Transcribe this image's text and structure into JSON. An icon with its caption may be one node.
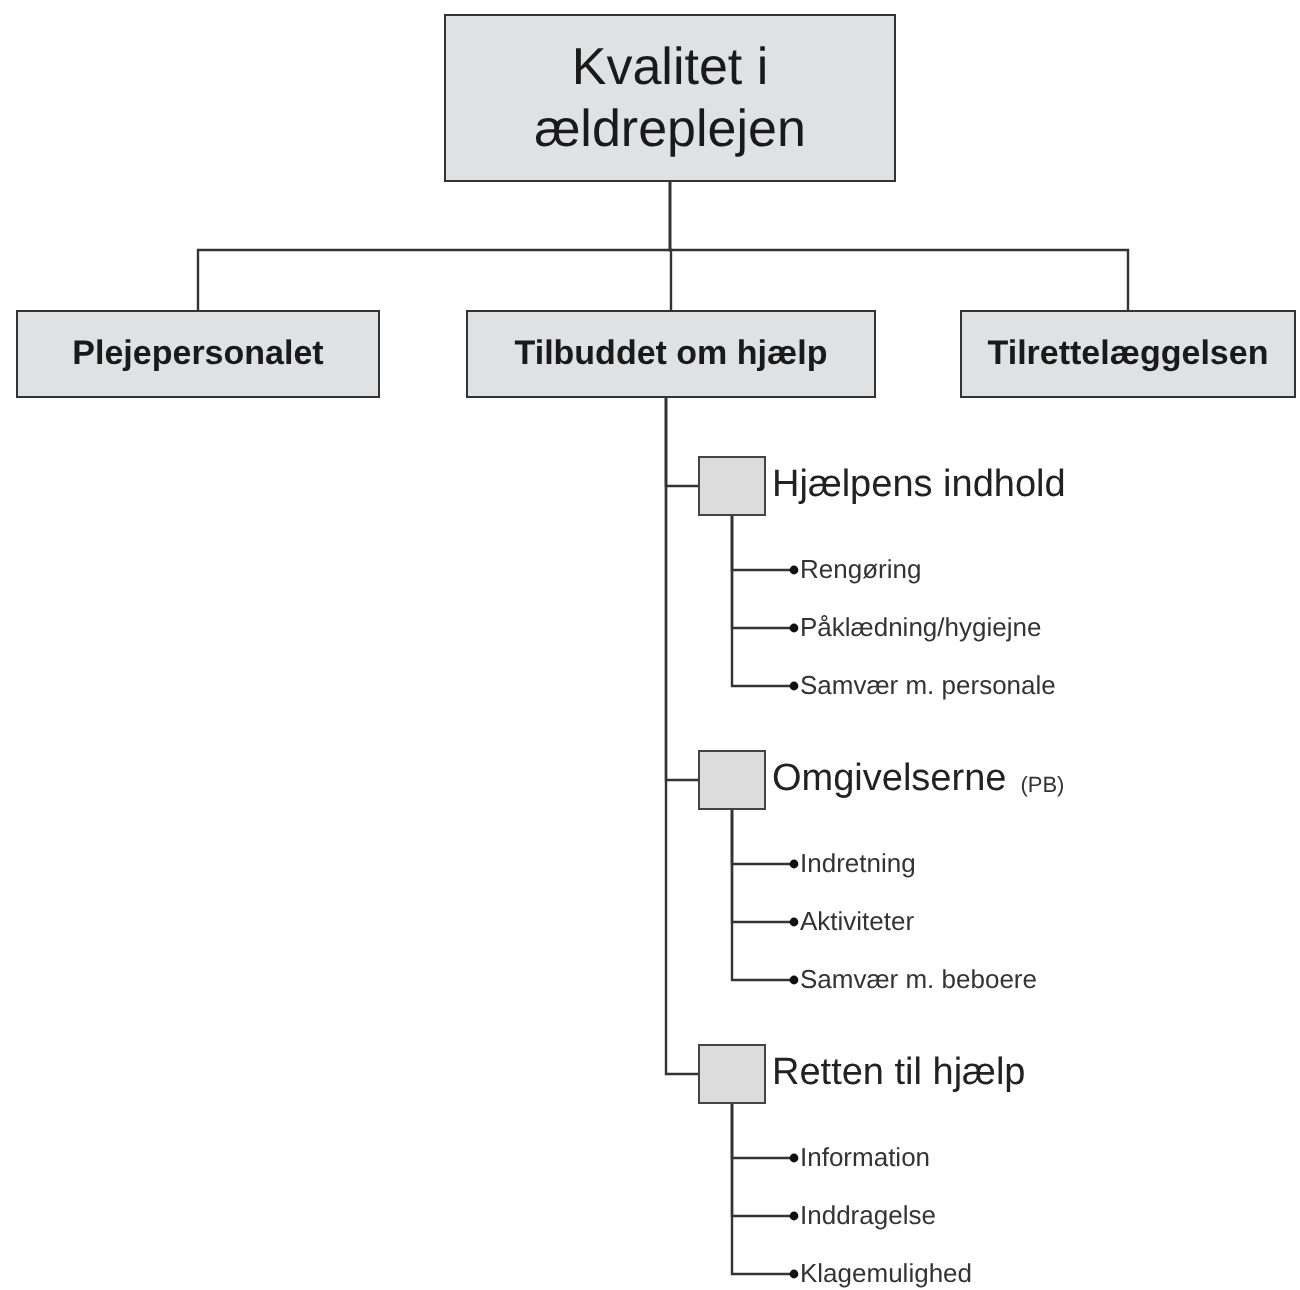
{
  "diagram": {
    "nodes": [
      {
        "text": [
          "Kvalitet i ældreplejen"
        ]
      },
      {
        "text": [
          "Plejepersonalet"
        ]
      },
      {
        "text": [
          "Tilbuddet om hjælp"
        ]
      },
      {
        "text": [
          "Tilrettelæggelsen"
        ]
      },
      {
        "text": [
          "Hjælpens indhold"
        ]
      },
      {
        "text": [
          "Rengøring"
        ]
      },
      {
        "text": [
          "Påklædning/hygiejne"
        ]
      },
      {
        "text": [
          "Samvær m. personale"
        ]
      },
      {
        "text": [
          "Omgivelserne",
          "(PB)"
        ]
      },
      {
        "text": [
          "Indretning"
        ]
      },
      {
        "text": [
          "Aktiviteter"
        ]
      },
      {
        "text": [
          "Samvær m. beboere"
        ]
      },
      {
        "text": [
          "Retten til hjælp"
        ]
      },
      {
        "text": [
          "Information"
        ]
      },
      {
        "text": [
          "Inddragelse"
        ]
      },
      {
        "text": [
          "Klagemulighed"
        ]
      }
    ],
    "edges": [
      {
        "from": 0,
        "to": 1,
        "arrow": "none"
      },
      {
        "from": 0,
        "to": 2,
        "arrow": "none"
      },
      {
        "from": 0,
        "to": 3,
        "arrow": "none"
      },
      {
        "from": 2,
        "to": 4,
        "arrow": "none"
      },
      {
        "from": 2,
        "to": 8,
        "arrow": "none"
      },
      {
        "from": 2,
        "to": 12,
        "arrow": "none"
      },
      {
        "from": 4,
        "to": 5,
        "arrow": "other"
      },
      {
        "from": 4,
        "to": 6,
        "arrow": "other"
      },
      {
        "from": 4,
        "to": 7,
        "arrow": "other"
      },
      {
        "from": 8,
        "to": 9,
        "arrow": "other"
      },
      {
        "from": 8,
        "to": 10,
        "arrow": "other"
      },
      {
        "from": 8,
        "to": 11,
        "arrow": "other"
      },
      {
        "from": 12,
        "to": 13,
        "arrow": "other"
      },
      {
        "from": 12,
        "to": 14,
        "arrow": "other"
      },
      {
        "from": 12,
        "to": 15,
        "arrow": "other"
      }
    ]
  }
}
